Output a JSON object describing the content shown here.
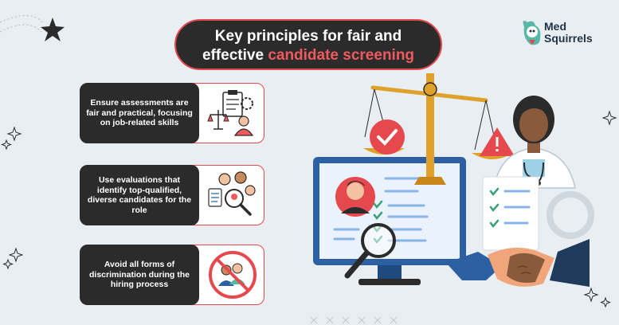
{
  "header": {
    "title_line1": "Key principles for fair and",
    "title_line2_plain": "effective ",
    "title_line2_accent": "candidate screening"
  },
  "brand": {
    "name_line1": "Med",
    "name_line2": "Squirrels"
  },
  "principles": [
    {
      "text": "Ensure assessments are fair and practical, focusing on job-related skills",
      "icon": "scales-clipboard-person-icon"
    },
    {
      "text": "Use evaluations that identify top-qualified, diverse candidates for the role",
      "icon": "diverse-candidates-magnifier-icon"
    },
    {
      "text": "Avoid all forms of discrimination during the hiring process",
      "icon": "no-discrimination-icon"
    }
  ],
  "colors": {
    "accent": "#e5484d",
    "dark": "#2b2b2b",
    "monitor_blue": "#2d5fa3",
    "scale_gold": "#e0a12a",
    "background": "#e9eef2"
  }
}
